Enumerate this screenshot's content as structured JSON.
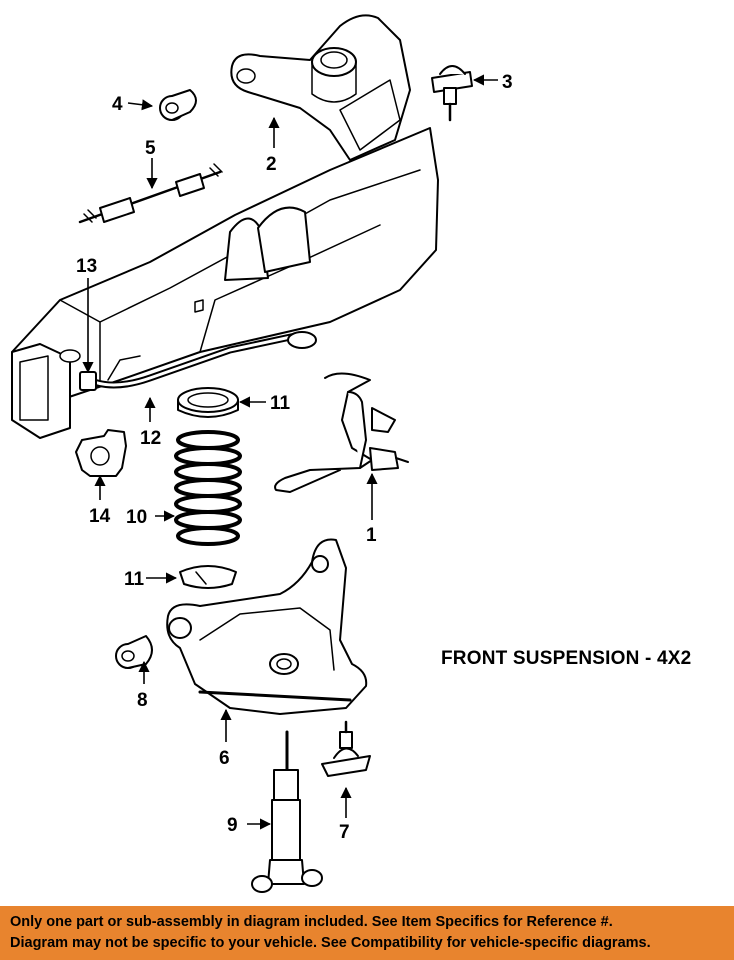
{
  "title": "FRONT SUSPENSION - 4X2",
  "callouts": {
    "c1": "1",
    "c2": "2",
    "c3": "3",
    "c4": "4",
    "c5": "5",
    "c6": "6",
    "c7": "7",
    "c8": "8",
    "c9": "9",
    "c10": "10",
    "c11a": "11",
    "c11b": "11",
    "c12": "12",
    "c13": "13",
    "c14": "14"
  },
  "footer": {
    "line1": "Only one part or sub-assembly in diagram included. See Item Specifics for Reference #.",
    "line2": "Diagram may not be specific to your vehicle. See Compatibility for vehicle-specific diagrams."
  },
  "colors": {
    "footer_bg": "#e8842e",
    "line": "#000000",
    "paper": "#ffffff"
  }
}
